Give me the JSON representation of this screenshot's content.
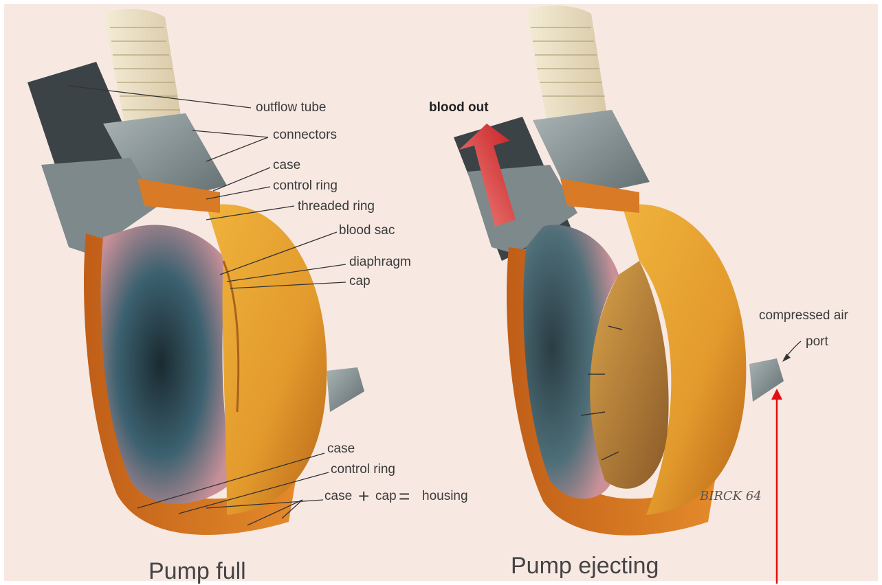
{
  "labels_left": {
    "outflow_tube": "outflow tube",
    "connectors": "connectors",
    "case_top": "case",
    "control_ring_top": "control ring",
    "threaded_ring": "threaded ring",
    "blood_sac": "blood sac",
    "diaphragm": "diaphragm",
    "cap": "cap",
    "case_bottom": "case",
    "control_ring_bottom": "control ring",
    "housing_case": "case",
    "housing_plus": "+",
    "housing_cap": "cap",
    "housing_equals": "=",
    "housing_word": "housing"
  },
  "labels_right": {
    "blood_out": "blood out",
    "compressed_air": "compressed air",
    "port": "port"
  },
  "captions": {
    "left": "Pump full",
    "right": "Pump ejecting"
  },
  "signature": "BIRCK 64",
  "colors": {
    "background": "#f7e8e2",
    "housing_orange": "#e8a132",
    "case_dark_orange": "#c8641c",
    "chamber_dark": "#1e3036",
    "chamber_blue": "#3e6270",
    "connector_gray": "#8f9c9e",
    "tube_beige": "#ebe0c5",
    "flow_arrow_red": "#d7282d",
    "annotation_arrow_red": "#e01010"
  }
}
